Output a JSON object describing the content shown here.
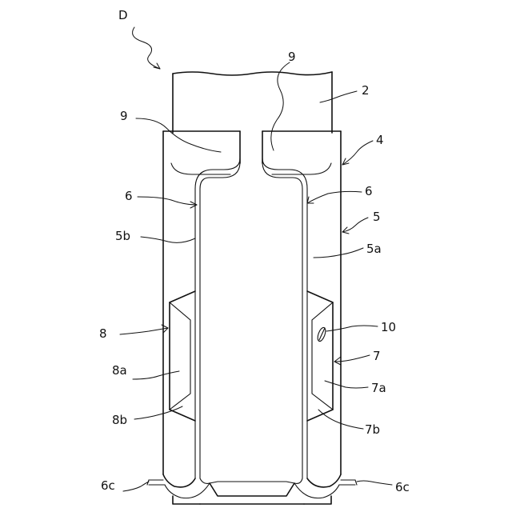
{
  "figure": {
    "labels": {
      "d": "D",
      "l9_top": "9",
      "l2": "2",
      "l9_left": "9",
      "l4": "4",
      "l6_left": "6",
      "l6_right": "6",
      "l5": "5",
      "l5b": "5b",
      "l5a": "5a",
      "l8": "8",
      "l10": "10",
      "l7": "7",
      "l8a": "8a",
      "l7a": "7a",
      "l8b": "8b",
      "l7b": "7b",
      "l6c_left": "6c",
      "l6c_right": "6c"
    }
  }
}
